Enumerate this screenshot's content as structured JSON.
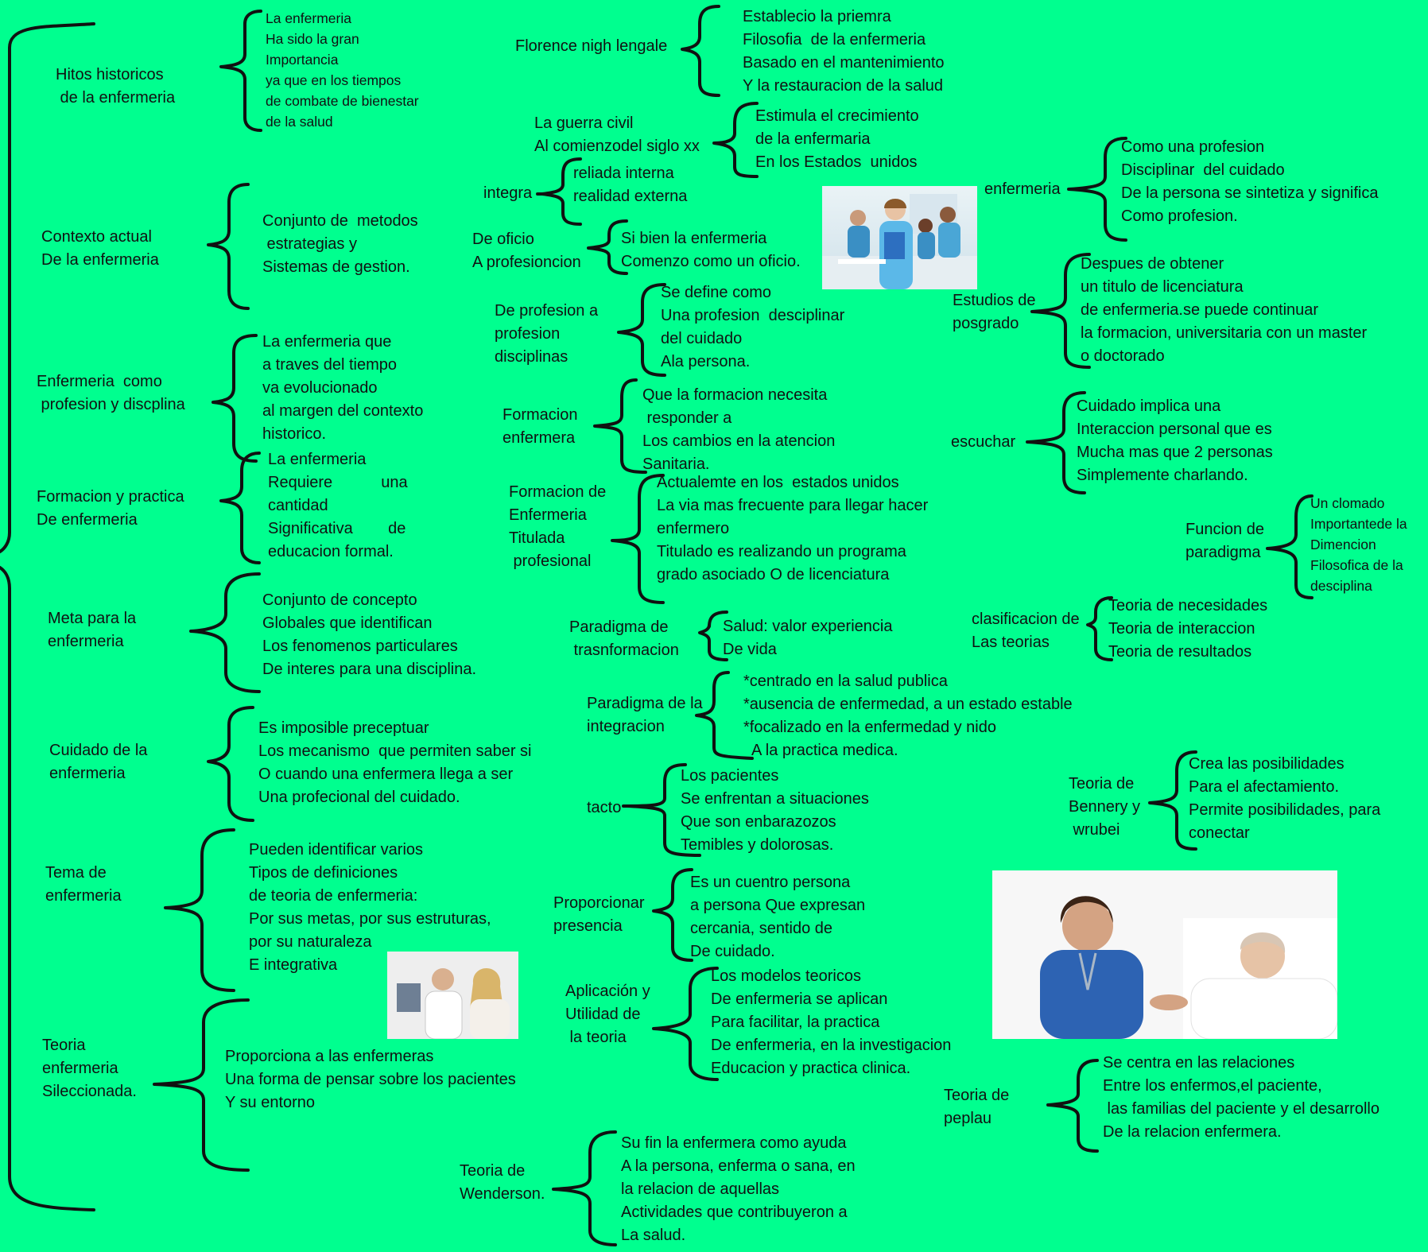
{
  "colors": {
    "background": "#00FF8F",
    "text": "#111111",
    "brace": "#111111"
  },
  "nodes": {
    "hitos": "Hitos historicos\n de la enfermeria",
    "hitos_desc": "La enfermeria\nHa sido la gran\nImportancia\nya que en los tiempos\nde combate de bienestar\nde la salud",
    "contexto": "Contexto actual\nDe la enfermeria",
    "contexto_desc": "Conjunto de  metodos\n estrategias y\nSistemas de gestion.",
    "prof_disc": "Enfermeria  como\n profesion y discplina",
    "prof_disc_desc": "La enfermeria que\na traves del tiempo\nva evolucionado\nal margen del contexto\nhistorico.",
    "formacion_practica": "Formacion y practica\nDe enfermeria",
    "formacion_practica_desc": "La enfermeria\nRequiere           una\ncantidad\nSignificativa        de\neducacion formal.",
    "meta": "Meta para la\nenfermeria",
    "meta_desc": "Conjunto de concepto\nGlobales que identifican\nLos fenomenos particulares\nDe interes para una disciplina.",
    "cuidado": "Cuidado de la\nenfermeria",
    "cuidado_desc": "Es imposible preceptuar\nLos mecanismo  que permiten saber si\nO cuando una enfermera llega a ser\nUna profecional del cuidado.",
    "tema": "Tema de\nenfermeria",
    "tema_desc": "Pueden identificar varios\nTipos de definiciones\nde teoria de enfermeria:\nPor sus metas, por sus estruturas,\npor su naturaleza\nE integrativa",
    "teoria_sel": "Teoria\nenfermeria\nSileccionada.",
    "teoria_sel_desc": "Proporciona a las enfermeras\nUna forma de pensar sobre los pacientes\nY su entorno",
    "florence": "Florence nigh lengale",
    "florence_desc": "Establecio la priemra\nFilosofia  de la enfermeria\nBasado en el mantenimiento\nY la restauracion de la salud",
    "guerra": "La guerra civil\nAl comienzodel siglo xx",
    "guerra_desc": "Estimula el crecimiento\nde la enfermaria\nEn los Estados  unidos",
    "integra": "integra",
    "integra_desc": "reliada interna\nrealidad externa",
    "oficio": "De oficio\nA profesioncion",
    "oficio_desc": "Si bien la enfermeria\nComenzo como un oficio.",
    "prof_a_prof": "De profesion a\nprofesion\ndisciplinas",
    "prof_a_prof_desc": "Se define como\nUna profesion  desciplinar\ndel cuidado\nAla persona.",
    "formacion_enf": "Formacion\nenfermera",
    "formacion_enf_desc": "Que la formacion necesita\n responder a\nLos cambios en la atencion\nSanitaria.",
    "titulada": "Formacion de\nEnfermeria\nTitulada\n profesional",
    "titulada_desc": "Actualemte en los  estados unidos\nLa via mas frecuente para llegar hacer\nenfermero\nTitulado es realizando un programa\ngrado asociado O de licenciatura",
    "trans": "Paradigma de\n trasnformacion",
    "trans_desc": "Salud: valor experiencia\nDe vida",
    "integracion": "Paradigma de la\nintegracion",
    "integracion_desc": "*centrado en la salud publica\n*ausencia de enfermedad, a un estado estable\n*focalizado en la enfermedad y nido\n  A la practica medica.",
    "tacto": "tacto",
    "tacto_desc": "Los pacientes\nSe enfrentan a situaciones\nQue son enbarazozos\nTemibles y dolorosas.",
    "presencia": "Proporcionar\npresencia",
    "presencia_desc": "Es un cuentro persona\na persona Que expresan\ncercania, sentido de\nDe cuidado.",
    "aplicacion": "Aplicación y\nUtilidad de\n la teoria",
    "aplicacion_desc": "Los modelos teoricos\nDe enfermeria se aplican\nPara facilitar, la practica\nDe enfermeria, en la investigacion\nEducacion y practica clinica.",
    "wenderson": "Teoria de\nWenderson.",
    "wenderson_desc": "Su fin la enfermera como ayuda\nA la persona, enferma o sana, en\nla relacion de aquellas\nActividades que contribuyeron a\nLa salud.",
    "enfermeria": "enfermeria",
    "enfermeria_desc": "Como una profesion\nDisciplinar  del cuidado\nDe la persona se sintetiza y significa\nComo profesion.",
    "posgrado": "Estudios de\nposgrado",
    "posgrado_desc": "Despues de obtener\nun titulo de licenciatura\nde enfermeria.se puede continuar\nla formacion, universitaria con un master\no doctorado",
    "escuchar": "escuchar",
    "escuchar_desc": "Cuidado implica una\nInteraccion personal que es\nMucha mas que 2 personas\nSimplemente charlando.",
    "paradigma_fn": "Funcion de\nparadigma",
    "paradigma_fn_desc": "Un clomado\nImportantede la\nDimencion\nFilosofica de la\ndesciplina",
    "clasificacion": "clasificacion de\nLas teorias",
    "clasificacion_desc": "Teoria de necesidades\nTeoria de interaccion\nTeoria de resultados",
    "bennery": "Teoria de\nBennery y\n wrubei",
    "bennery_desc": "Crea las posibilidades\nPara el afectamiento.\nPermite posibilidades, para\nconectar",
    "peplau": "Teoria de\npeplau",
    "peplau_desc": "Se centra en las relaciones\nEntre los enfermos,el paciente,\n las familias del paciente y el desarrollo\nDe la relacion enfermera."
  },
  "images": {
    "photo_team": "nurse-team-photo",
    "photo_consult": "doctor-consultation-photo",
    "photo_patient": "nurse-with-patient-photo"
  }
}
